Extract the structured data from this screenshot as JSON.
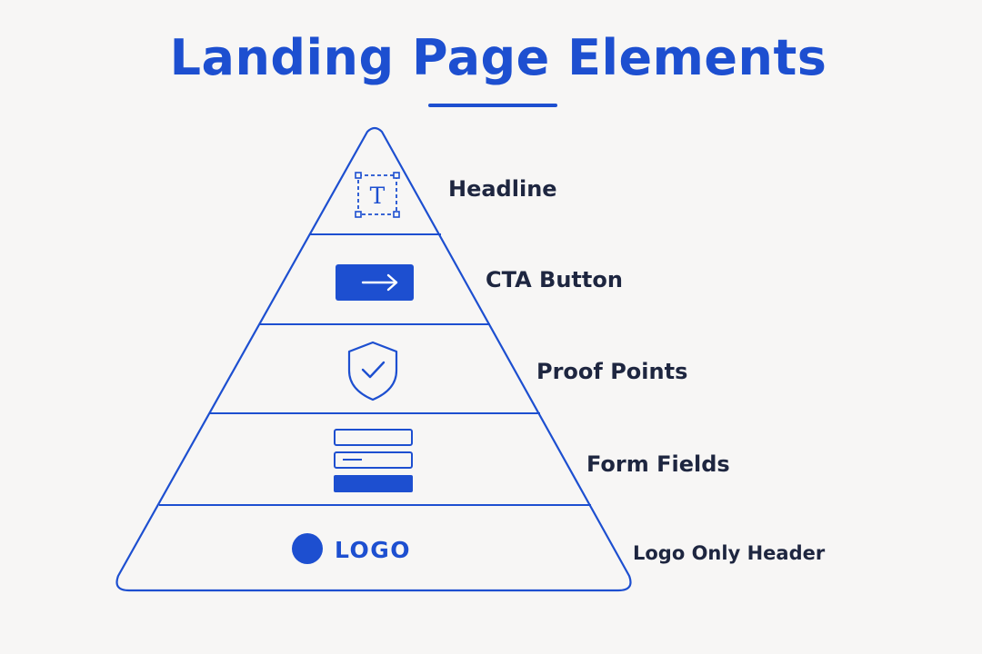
{
  "title": "Landing Page Elements",
  "colors": {
    "accent": "#1d4fd0",
    "label": "#1e2640",
    "background": "#f7f6f5"
  },
  "levels": [
    {
      "label": "Headline",
      "icon": "text-box-icon",
      "glyph": "T"
    },
    {
      "label": "CTA Button",
      "icon": "arrow-button-icon"
    },
    {
      "label": "Proof Points",
      "icon": "shield-check-icon"
    },
    {
      "label": "Form Fields",
      "icon": "form-fields-icon"
    },
    {
      "label": "Logo Only Header",
      "icon": "logo-circle-icon",
      "logo_text": "LOGO"
    }
  ]
}
